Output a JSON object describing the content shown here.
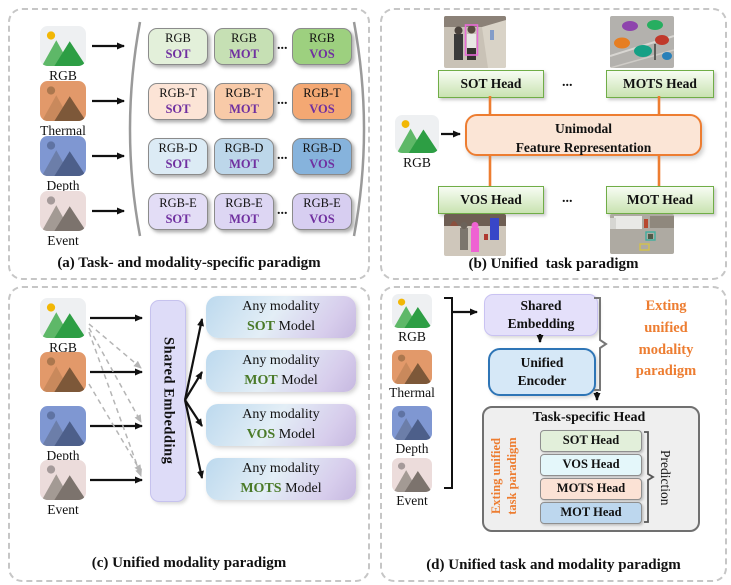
{
  "colors": {
    "accent_orange": "#ED7D31",
    "task_purple": "#7030A0",
    "task_green": "#4A7A28",
    "head_green_border": "#70AD47",
    "encoder_blue_border": "#2E75B6"
  },
  "panel_a": {
    "caption": "(a) Task- and modality-specific paradigm",
    "modalities": [
      {
        "label": "RGB"
      },
      {
        "label": "Thermal"
      },
      {
        "label": "Depth"
      },
      {
        "label": "Event"
      }
    ],
    "dots": "...",
    "grid": [
      {
        "cells": [
          {
            "modality": "RGB",
            "task": "SOT"
          },
          {
            "modality": "RGB",
            "task": "MOT"
          },
          {
            "modality": "RGB",
            "task": "VOS"
          }
        ]
      },
      {
        "cells": [
          {
            "modality": "RGB-T",
            "task": "SOT"
          },
          {
            "modality": "RGB-T",
            "task": "MOT"
          },
          {
            "modality": "RGB-T",
            "task": "VOS"
          }
        ]
      },
      {
        "cells": [
          {
            "modality": "RGB-D",
            "task": "SOT"
          },
          {
            "modality": "RGB-D",
            "task": "MOT"
          },
          {
            "modality": "RGB-D",
            "task": "VOS"
          }
        ]
      },
      {
        "cells": [
          {
            "modality": "RGB-E",
            "task": "SOT"
          },
          {
            "modality": "RGB-E",
            "task": "MOT"
          },
          {
            "modality": "RGB-E",
            "task": "VOS"
          }
        ]
      }
    ]
  },
  "panel_b": {
    "caption": "(b) Unified  task paradigm",
    "heads": {
      "top_left": "SOT Head",
      "top_right": "MOTS Head",
      "bottom_left": "VOS Head",
      "bottom_right": "MOT Head"
    },
    "dots": "...",
    "center_box": {
      "line1": "Unimodal",
      "line2": "Feature Representation"
    },
    "modality_label": "RGB"
  },
  "panel_c": {
    "caption": "(c) Unified modality paradigm",
    "modality_labels": {
      "rgb": "RGB",
      "depth": "Depth",
      "event": "Event"
    },
    "shared_embedding": "Shared Embedding",
    "models": [
      {
        "line1": "Any modality",
        "task": "SOT",
        "rest": " Model"
      },
      {
        "line1": "Any modality",
        "task": "MOT",
        "rest": " Model"
      },
      {
        "line1": "Any modality",
        "task": "VOS",
        "rest": " Model"
      },
      {
        "line1": "Any modality",
        "task": "MOTS",
        "rest": " Model"
      }
    ]
  },
  "panel_d": {
    "caption": "(d) Unified task and modality paradigm",
    "modality_labels": [
      "RGB",
      "Thermal",
      "Depth",
      "Event"
    ],
    "shared_embedding": {
      "line1": "Shared",
      "line2": "Embedding"
    },
    "unified_encoder": {
      "line1": "Unified",
      "line2": "Encoder"
    },
    "modality_note_lines": [
      "Exting",
      "unified",
      "modality",
      "paradigm"
    ],
    "task_note_lines": [
      "Exting unified",
      "task paradigm"
    ],
    "task_head_title": "Task-specific Head",
    "heads": [
      "SOT Head",
      "VOS Head",
      "MOTS Head",
      "MOT Head"
    ],
    "prediction_label": "Prediction"
  }
}
